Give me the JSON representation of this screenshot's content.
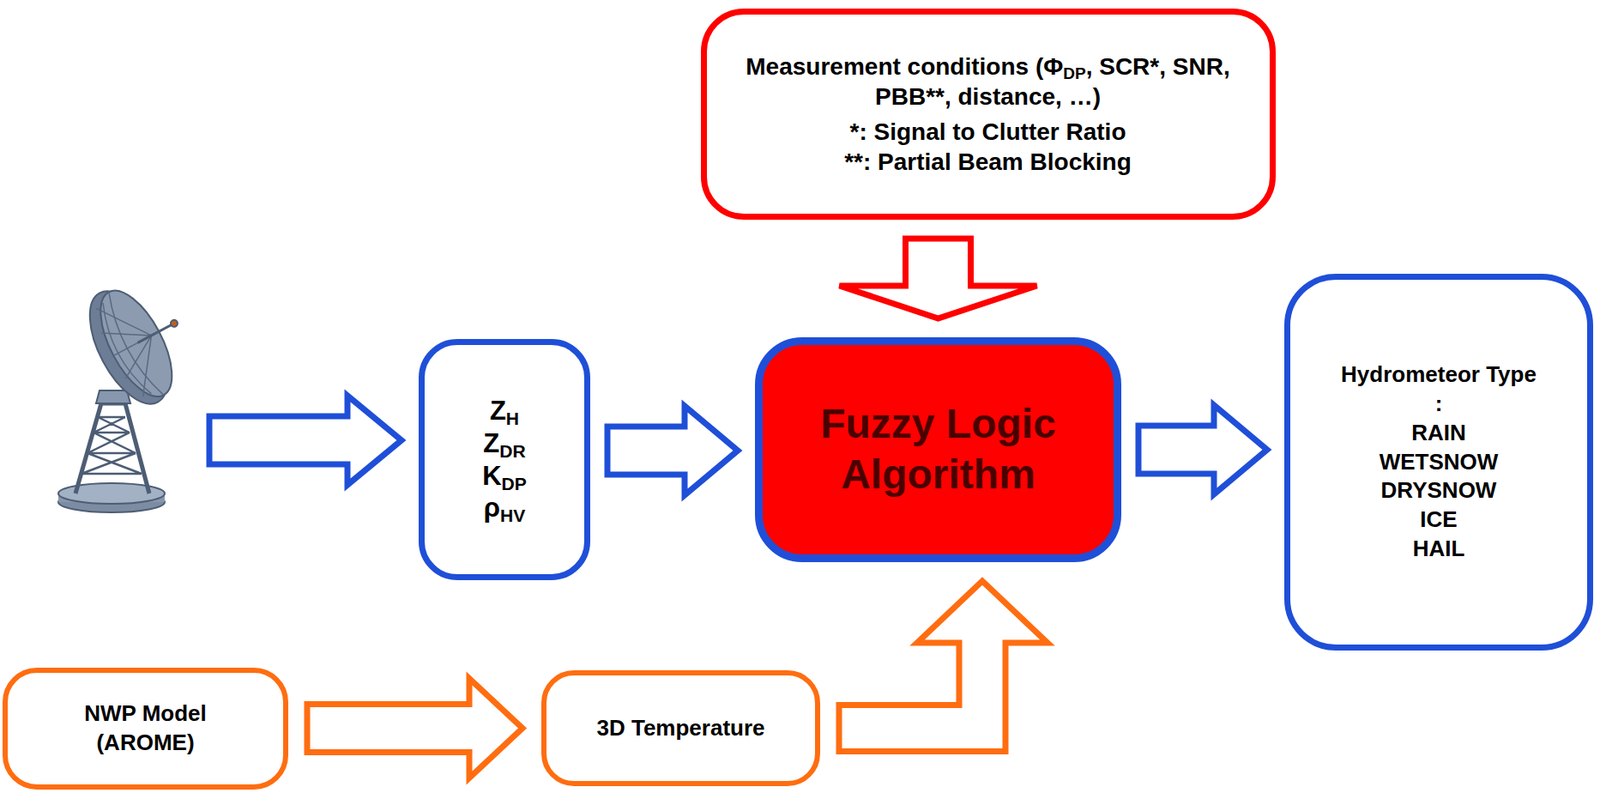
{
  "diagram": {
    "nodes": [
      {
        "text": [
          "Measurement conditions (ΦDP, SCR*, SNR, PBB**, distance, …)",
          "*: Signal to Clutter Ratio",
          "**: Partial Beam Blocking"
        ]
      },
      {
        "text": [
          "ZH",
          "ZDR",
          "KDP",
          "ρHV"
        ]
      },
      {
        "text": [
          "Fuzzy Logic Algorithm"
        ]
      },
      {
        "text": [
          "Hydrometeor Type :",
          "RAIN",
          "WETSNOW",
          "DRYSNOW",
          "ICE",
          "HAIL"
        ]
      },
      {
        "text": [
          "NWP Model (AROME)"
        ]
      },
      {
        "text": [
          "3D Temperature"
        ]
      }
    ],
    "edges": [
      {
        "from": 1,
        "to": 2,
        "arrow": "to"
      },
      {
        "from": 2,
        "to": 3,
        "arrow": "to"
      },
      {
        "from": 0,
        "to": 2,
        "arrow": "to"
      },
      {
        "from": 4,
        "to": 5,
        "arrow": "to"
      },
      {
        "from": 5,
        "to": 2,
        "arrow": "to"
      }
    ]
  }
}
